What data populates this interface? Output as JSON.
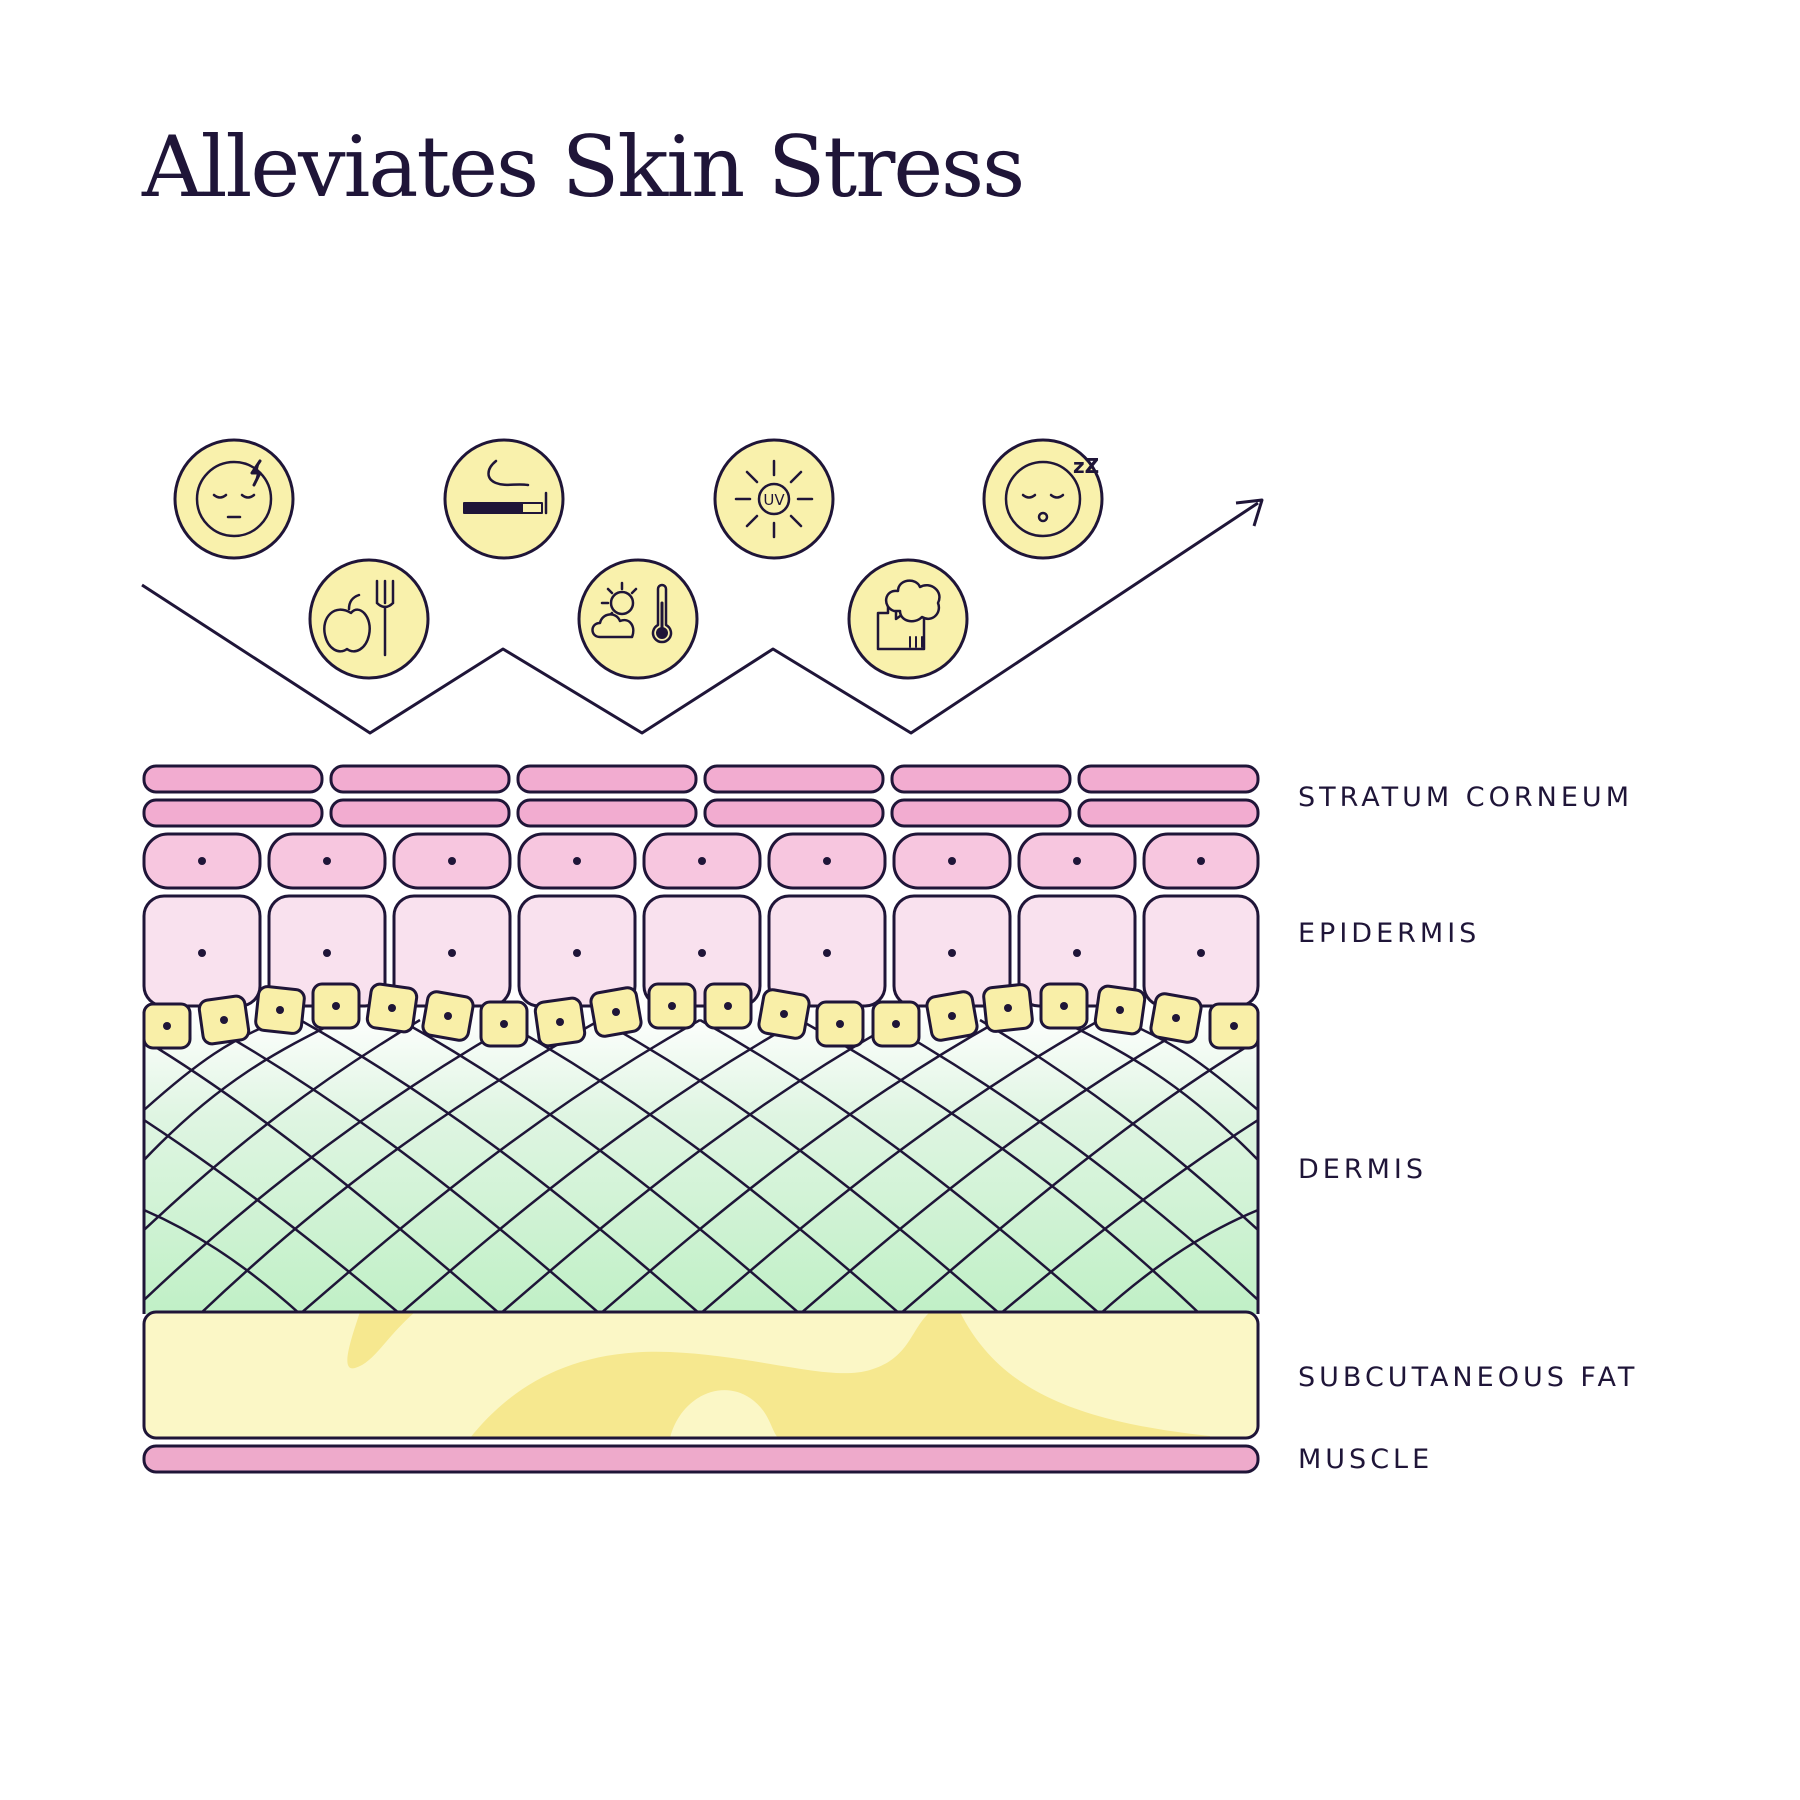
{
  "title": "Alleviates Skin Stress",
  "layers": [
    {
      "id": "stratum-corneum",
      "label": "STRATUM CORNEUM"
    },
    {
      "id": "epidermis",
      "label": "EPIDERMIS"
    },
    {
      "id": "dermis",
      "label": "DERMIS"
    },
    {
      "id": "subcutaneous-fat",
      "label": "SUBCUTANEOUS FAT"
    },
    {
      "id": "muscle",
      "label": "MUSCLE"
    }
  ],
  "stressors": [
    {
      "icon": "stressed-face-icon"
    },
    {
      "icon": "diet-icon"
    },
    {
      "icon": "cigarette-icon"
    },
    {
      "icon": "weather-temperature-icon"
    },
    {
      "icon": "uv-sun-icon",
      "text": "UV"
    },
    {
      "icon": "pollution-factory-icon"
    },
    {
      "icon": "sleep-face-icon",
      "text": "zZ"
    }
  ],
  "colors": {
    "ink": "#1f1538",
    "stratum": "#f2acd0",
    "epidermis_upper": "#f7c6df",
    "epidermis_lower": "#f9e1ee",
    "basal_cells": "#f9efa8",
    "dermis_top": "#ffffff",
    "dermis_bottom": "#c0f0c6",
    "fat_light": "#fbf7c6",
    "fat_dark": "#f6e88f",
    "muscle": "#eeaacb",
    "icon_fill": "#f9f1ac"
  }
}
